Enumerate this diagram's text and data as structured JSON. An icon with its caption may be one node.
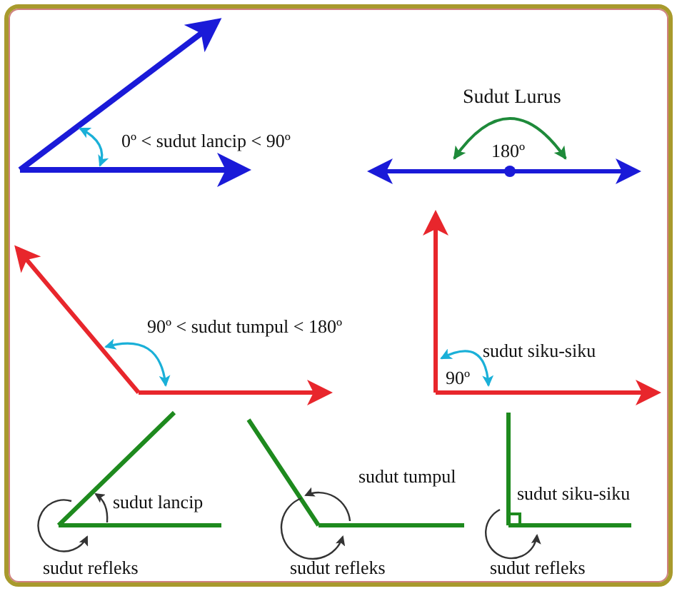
{
  "diagram": {
    "labels": [
      "Sudut Lurus",
      "0º < sudut lancip < 90º",
      "180º",
      "90º < sudut tumpul < 180º",
      "sudut siku-siku",
      "90º",
      "sudut tumpul",
      "sudut lancip",
      "sudut siku-siku",
      "sudut refleks",
      "sudut refleks",
      "sudut refleks"
    ]
  }
}
